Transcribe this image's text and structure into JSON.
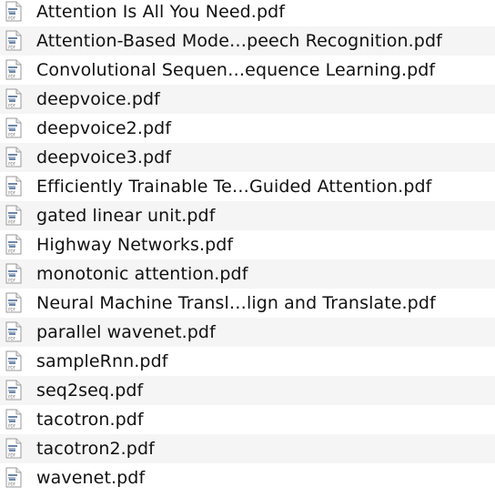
{
  "file_list": {
    "icon": "pdf-document-icon",
    "icon_badge": "PDF",
    "files": [
      {
        "name": "Attention Is All You Need.pdf"
      },
      {
        "name": "Attention-Based Mode…peech Recognition.pdf"
      },
      {
        "name": "Convolutional Sequen…equence Learning.pdf"
      },
      {
        "name": "deepvoice.pdf"
      },
      {
        "name": "deepvoice2.pdf"
      },
      {
        "name": "deepvoice3.pdf"
      },
      {
        "name": "Efficiently Trainable Te…Guided Attention.pdf"
      },
      {
        "name": "gated linear unit.pdf"
      },
      {
        "name": "Highway Networks.pdf"
      },
      {
        "name": "monotonic attention.pdf"
      },
      {
        "name": "Neural Machine Transl…lign and Translate.pdf"
      },
      {
        "name": "parallel wavenet.pdf"
      },
      {
        "name": "sampleRnn.pdf"
      },
      {
        "name": "seq2seq.pdf"
      },
      {
        "name": "tacotron.pdf"
      },
      {
        "name": "tacotron2.pdf"
      },
      {
        "name": "wavenet.pdf"
      }
    ]
  }
}
